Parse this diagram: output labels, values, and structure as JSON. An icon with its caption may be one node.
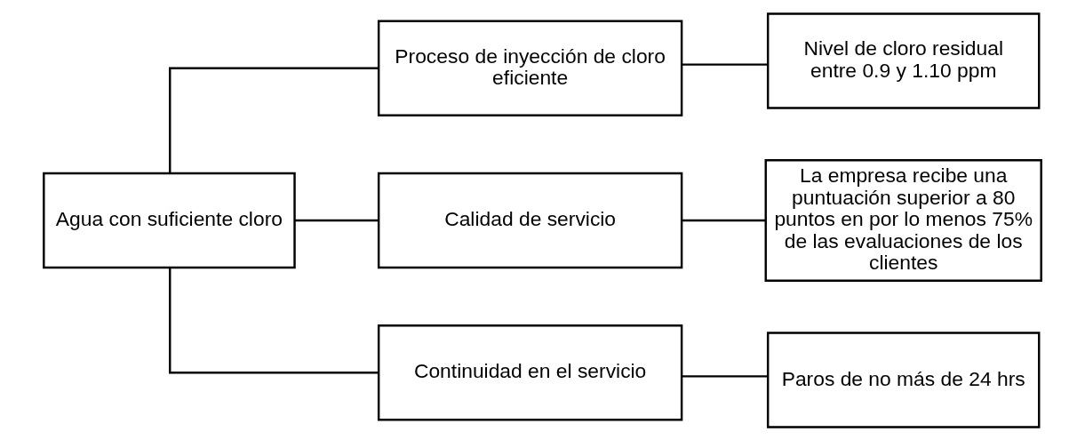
{
  "diagram": {
    "nodes": [
      {
        "text": [
          "Agua con suficiente cloro"
        ]
      },
      {
        "text": [
          "Proceso de inyección de cloro eficiente"
        ]
      },
      {
        "text": [
          "Nivel de cloro residual entre 0.9 y 1.10 ppm"
        ]
      },
      {
        "text": [
          "Calidad de servicio"
        ]
      },
      {
        "text": [
          "La empresa recibe una puntuación superior a 80 puntos en por lo menos 75% de las evaluaciones de los clientes"
        ]
      },
      {
        "text": [
          "Continuidad en el servicio"
        ]
      },
      {
        "text": [
          "Paros de no más de 24 hrs"
        ]
      }
    ],
    "edges": [
      {
        "from": 0,
        "to": 1,
        "arrow": "none"
      },
      {
        "from": 0,
        "to": 3,
        "arrow": "none"
      },
      {
        "from": 0,
        "to": 5,
        "arrow": "none"
      },
      {
        "from": 1,
        "to": 2,
        "arrow": "none"
      },
      {
        "from": 3,
        "to": 4,
        "arrow": "none"
      },
      {
        "from": 5,
        "to": 6,
        "arrow": "none"
      }
    ]
  }
}
